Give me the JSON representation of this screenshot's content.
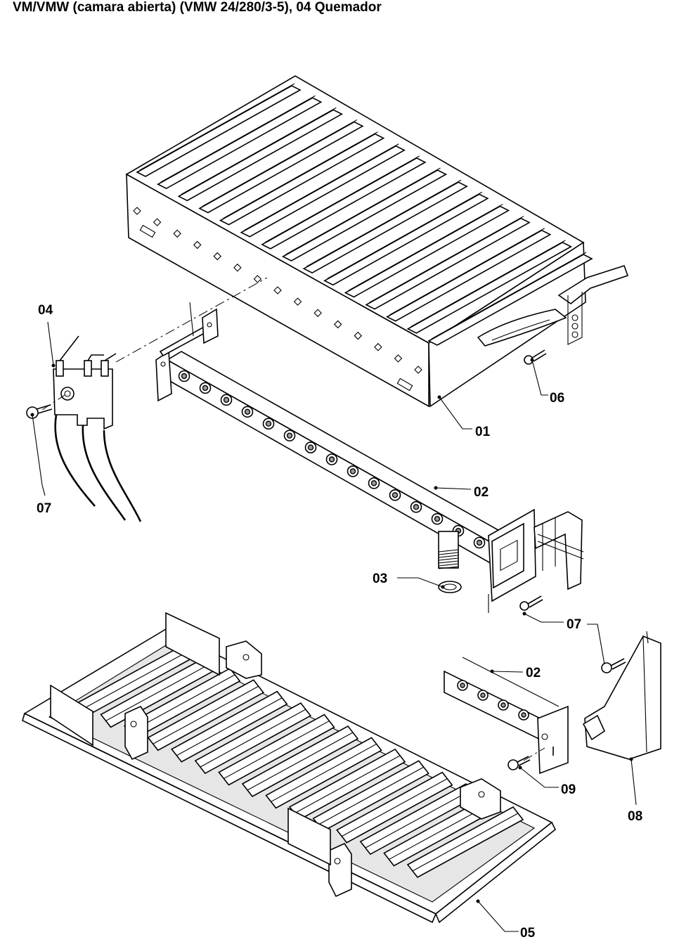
{
  "title": "VM/VMW (camara abierta) (VMW 24/280/3-5), 04 Quemador",
  "callouts": {
    "c01": "01",
    "c02a": "02",
    "c02b": "02",
    "c03": "03",
    "c04": "04",
    "c05": "05",
    "c06": "06",
    "c07a": "07",
    "c07b": "07",
    "c08": "08",
    "c09": "09"
  }
}
